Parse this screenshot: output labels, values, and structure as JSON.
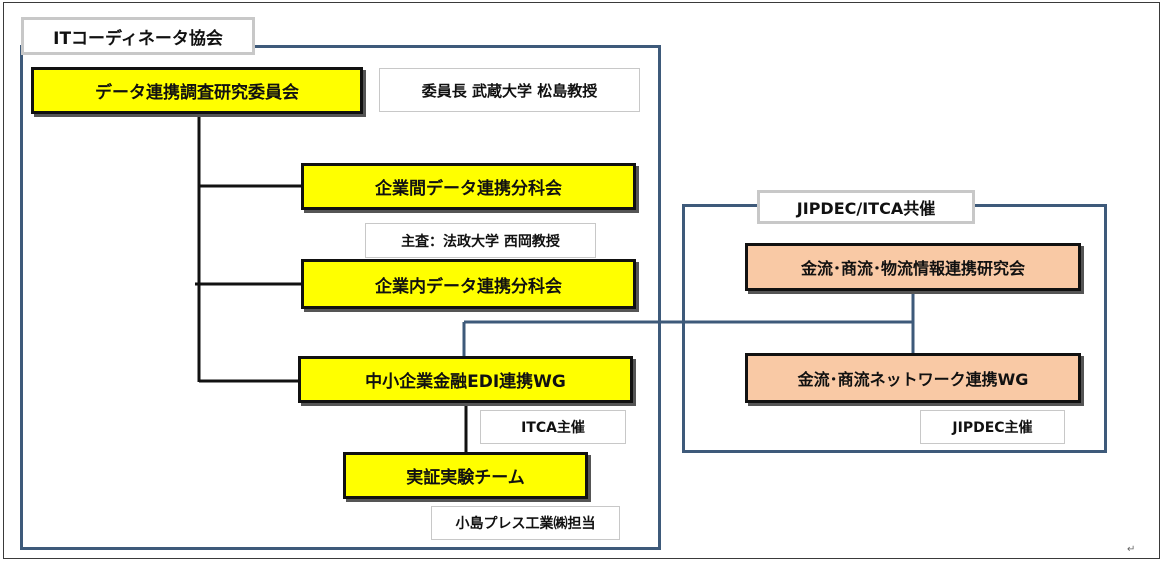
{
  "groups": {
    "itca": {
      "label": "ITコーディネータ協会"
    },
    "joint": {
      "label": "JIPDEC/ITCA共催"
    }
  },
  "boxes": {
    "committee": "データ連携調査研究委員会",
    "inter_company": "企業間データ連携分科会",
    "intra_company": "企業内データ連携分科会",
    "sme_edi": "中小企業金融EDI連携WG",
    "pilot_team": "実証実験チーム",
    "finance_logistics": "金流･商流･物流情報連携研究会",
    "network": "金流･商流ネットワーク連携WG"
  },
  "notes": {
    "chair": "委員長 武蔵大学 松島教授",
    "lead": "主査：法政大学 西岡教授",
    "itca_host": "ITCA主催",
    "kojima": "小島プレス工業㈱担当",
    "jipdec_host": "JIPDEC主催"
  },
  "colors": {
    "group_border": "#3e5a7a",
    "yellow_box": "#ffff00",
    "orange_box": "#f9c9a5"
  }
}
